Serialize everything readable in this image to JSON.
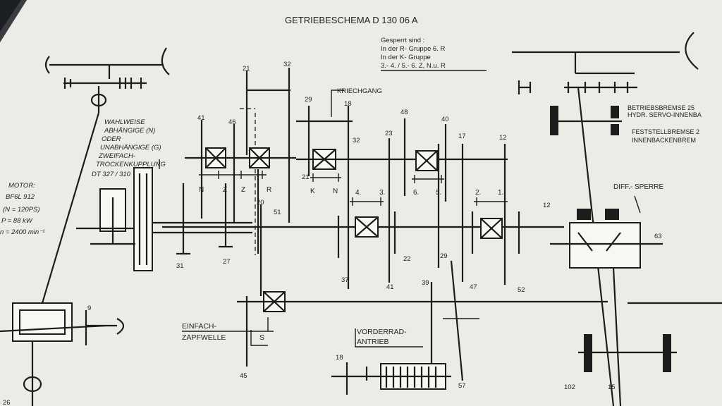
{
  "title": "GETRIEBESCHEMA   D 130 06 A",
  "locked": {
    "heading": "Gesperrt sind :",
    "line1": "In der R- Gruppe  6. R",
    "line2": "In der K- Gruppe",
    "line3": "3.- 4. / 5.- 6. Z, N.u. R"
  },
  "kriechgang": "KRIECHGANG",
  "clutch": {
    "line1": "WAHLWEISE",
    "line2": "ABHÄNGIGE (N)",
    "line3": "ODER",
    "line4": "UNABHÄNGIGE (G)",
    "line5": "ZWEIFACH-",
    "line6": "TROCKENKUPPLUNG",
    "line7": "DT 327 / 310"
  },
  "motor": {
    "line1": "MOTOR:",
    "line2": "BF6L 912",
    "line3": "(N  = 120PS)",
    "line4": "P    = 88 kW",
    "line5": "n = 2400 min⁻¹"
  },
  "brakes": {
    "line1": "BETRIEBSBREMSE 25",
    "line2": "HYDR. SERVO-INNENBA",
    "line3": "FESTSTELLBREMSE 2",
    "line4": "INNENBACKENBREM"
  },
  "diff_lock": "DIFF.- SPERRE",
  "pto": {
    "line1": "EINFACH-",
    "line2": "ZAPFWELLE",
    "s": "S"
  },
  "front_drive": {
    "line1": "VORDERRAD-",
    "line2": "ANTRIEB"
  },
  "shift_labels": {
    "n1": "N",
    "z1": "Z",
    "z2": "Z",
    "r": "R",
    "k": "K",
    "n2": "N",
    "g4": "4.",
    "g3": "3.",
    "g6": "6.",
    "g5": "5.",
    "g2": "2.",
    "g1": "1."
  },
  "teeth": {
    "t41a": "41",
    "t46": "46",
    "t21a": "21",
    "t32a": "32",
    "t29a": "29",
    "t18a": "18",
    "t32b": "32",
    "t21b": "21",
    "t48": "48",
    "t23": "23",
    "t40": "40",
    "t17": "17",
    "t12a": "12",
    "t31": "31",
    "t27": "27",
    "t20": "20",
    "t51": "51",
    "t37": "37",
    "t41b": "41",
    "t22": "22",
    "t29b": "29",
    "t47": "47",
    "t52": "52",
    "t12b": "12",
    "t63": "63",
    "t9": "9",
    "t39": "39",
    "t45": "45",
    "t18b": "18",
    "t57": "57",
    "t102": "102",
    "t15": "15",
    "t26": "26"
  }
}
